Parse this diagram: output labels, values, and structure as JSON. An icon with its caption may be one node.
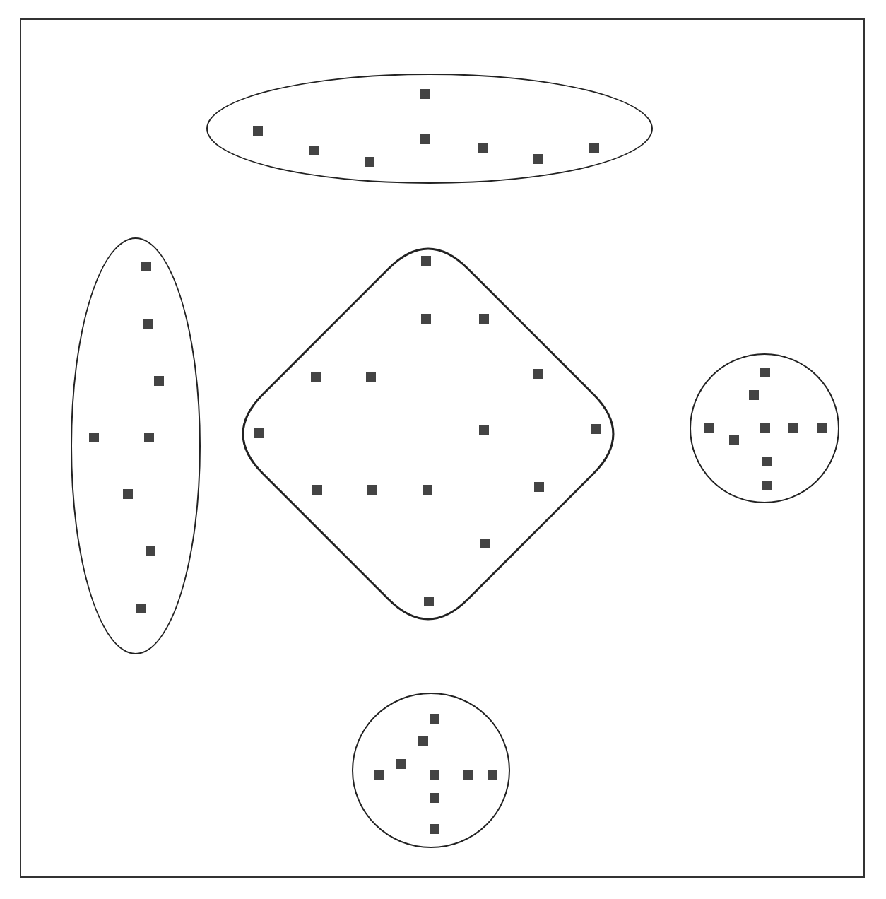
{
  "diagram": {
    "nodes": [
      {
        "text": [],
        "shape": "ellipse"
      },
      {
        "text": [],
        "shape": "square",
        "in": 0
      },
      {
        "text": [],
        "shape": "square",
        "in": 0
      },
      {
        "text": [],
        "shape": "square",
        "in": 0
      },
      {
        "text": [],
        "shape": "square",
        "in": 0
      },
      {
        "text": [],
        "shape": "square",
        "in": 0
      },
      {
        "text": [],
        "shape": "square",
        "in": 0
      },
      {
        "text": [],
        "shape": "square",
        "in": 0
      },
      {
        "text": [],
        "shape": "square",
        "in": 0
      },
      {
        "text": [],
        "shape": "ellipse"
      },
      {
        "text": [],
        "shape": "square",
        "in": 9
      },
      {
        "text": [],
        "shape": "square",
        "in": 9
      },
      {
        "text": [],
        "shape": "square",
        "in": 9
      },
      {
        "text": [],
        "shape": "square",
        "in": 9
      },
      {
        "text": [],
        "shape": "square",
        "in": 9
      },
      {
        "text": [],
        "shape": "square",
        "in": 9
      },
      {
        "text": [],
        "shape": "square",
        "in": 9
      },
      {
        "text": [],
        "shape": "square",
        "in": 9
      },
      {
        "text": [],
        "shape": "diamond"
      },
      {
        "text": [],
        "shape": "square",
        "in": 18
      },
      {
        "text": [],
        "shape": "square",
        "in": 18
      },
      {
        "text": [],
        "shape": "square",
        "in": 18
      },
      {
        "text": [],
        "shape": "square",
        "in": 18
      },
      {
        "text": [],
        "shape": "square",
        "in": 18
      },
      {
        "text": [],
        "shape": "square",
        "in": 18
      },
      {
        "text": [],
        "shape": "square",
        "in": 18
      },
      {
        "text": [],
        "shape": "square",
        "in": 18
      },
      {
        "text": [],
        "shape": "square",
        "in": 18
      },
      {
        "text": [],
        "shape": "square",
        "in": 18
      },
      {
        "text": [],
        "shape": "square",
        "in": 18
      },
      {
        "text": [],
        "shape": "square",
        "in": 18
      },
      {
        "text": [],
        "shape": "square",
        "in": 18
      },
      {
        "text": [],
        "shape": "square",
        "in": 18
      },
      {
        "text": [],
        "shape": "square",
        "in": 18
      },
      {
        "text": [],
        "shape": "circle"
      },
      {
        "text": [],
        "shape": "square",
        "in": 34
      },
      {
        "text": [],
        "shape": "square",
        "in": 34
      },
      {
        "text": [],
        "shape": "square",
        "in": 34
      },
      {
        "text": [],
        "shape": "square",
        "in": 34
      },
      {
        "text": [],
        "shape": "square",
        "in": 34
      },
      {
        "text": [],
        "shape": "square",
        "in": 34
      },
      {
        "text": [],
        "shape": "square",
        "in": 34
      },
      {
        "text": [],
        "shape": "square",
        "in": 34
      },
      {
        "text": [],
        "shape": "square",
        "in": 34
      },
      {
        "text": [],
        "shape": "circle"
      },
      {
        "text": [],
        "shape": "square",
        "in": 44
      },
      {
        "text": [],
        "shape": "square",
        "in": 44
      },
      {
        "text": [],
        "shape": "square",
        "in": 44
      },
      {
        "text": [],
        "shape": "square",
        "in": 44
      },
      {
        "text": [],
        "shape": "square",
        "in": 44
      },
      {
        "text": [],
        "shape": "square",
        "in": 44
      },
      {
        "text": [],
        "shape": "square",
        "in": 44
      },
      {
        "text": [],
        "shape": "square",
        "in": 44
      },
      {
        "text": [],
        "shape": "square",
        "in": 44
      }
    ]
  }
}
